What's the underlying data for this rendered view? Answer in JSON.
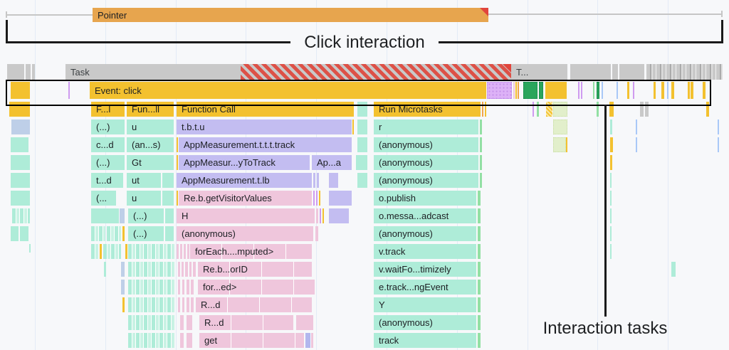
{
  "palette": {
    "bg": "#f7f8fa",
    "grid": "#e3ebf6",
    "ink": "#1c1f23",
    "orange": "#e7a54e",
    "red": "#e1453c",
    "gray": "#c9c9c9",
    "yellow": "#f3c12f",
    "orangesliver": "#f0a44c",
    "teal": "#aeecd8",
    "teallight": "#c9f2e4",
    "purple": "#c3bdf1",
    "pink": "#efc6dc",
    "periwinkle": "#becfe8",
    "purpleblue": "#b2b7ee",
    "green": "#2aa55c",
    "greendark": "#0d8043",
    "greenlight": "#e2efcb",
    "greensliver": "#93e0a4",
    "lavender": "#ddb2f7",
    "lavdot": "#c490ea",
    "purplesliver": "#cf9bf0",
    "bluesliver": "#a9c8f7"
  },
  "annotations": {
    "click_interaction": "Click interaction",
    "interaction_tasks": "Interaction tasks"
  },
  "gridlines": [
    49,
    148,
    247,
    345,
    444,
    543,
    642,
    741,
    839,
    938
  ],
  "bars": [
    [
      130,
      11,
      556,
      20,
      "or",
      "Pointer"
    ],
    [
      10,
      90,
      24,
      22,
      "gy"
    ],
    [
      36,
      90,
      7,
      22,
      "gy"
    ],
    [
      45,
      90,
      4,
      22,
      "gy"
    ],
    [
      92,
      90,
      626,
      22,
      "gy",
      "Task"
    ],
    [
      718,
      90,
      79,
      22,
      "gy",
      "T..."
    ],
    [
      801,
      90,
      57,
      22,
      "gy"
    ],
    [
      860,
      90,
      8,
      22,
      "gy"
    ],
    [
      870,
      90,
      35,
      22,
      "gy"
    ],
    [
      908,
      90,
      107,
      22,
      "gys"
    ],
    [
      15,
      115,
      27,
      24,
      "y"
    ],
    [
      96,
      115,
      2,
      24,
      "pu"
    ],
    [
      126,
      115,
      557,
      24,
      "y",
      "Event: click"
    ],
    [
      684,
      115,
      35,
      24,
      "lav"
    ],
    [
      721,
      115,
      2,
      24,
      "pk"
    ],
    [
      724,
      115,
      2,
      24,
      "y"
    ],
    [
      727,
      115,
      2,
      24,
      "o"
    ],
    [
      735,
      115,
      20,
      24,
      "g"
    ],
    [
      757,
      115,
      6,
      24,
      "g"
    ],
    [
      766,
      115,
      30,
      24,
      "y"
    ],
    [
      812,
      115,
      2,
      24,
      "pu"
    ],
    [
      816,
      115,
      2,
      24,
      "pu"
    ],
    [
      833,
      115,
      2,
      24,
      "gs"
    ],
    [
      838,
      115,
      4,
      24,
      "g"
    ],
    [
      845,
      115,
      2,
      24,
      "bl"
    ],
    [
      866,
      115,
      2,
      24,
      "bl"
    ],
    [
      881,
      115,
      3,
      24,
      "y"
    ],
    [
      889,
      115,
      2,
      24,
      "pu"
    ],
    [
      918,
      115,
      3,
      24,
      "y"
    ],
    [
      929,
      115,
      4,
      24,
      "y"
    ],
    [
      937,
      115,
      2,
      24,
      "bl"
    ],
    [
      943,
      115,
      4,
      24,
      "y"
    ],
    [
      966,
      115,
      3,
      24,
      "y"
    ],
    [
      970,
      115,
      4,
      24,
      "y"
    ],
    [
      987,
      115,
      4,
      24,
      "y"
    ],
    [
      13,
      143,
      29,
      21,
      "y"
    ],
    [
      128,
      143,
      47,
      21,
      "y",
      "F...l"
    ],
    [
      178,
      143,
      66,
      21,
      "y",
      "Fun...ll"
    ],
    [
      248,
      143,
      249,
      21,
      "y",
      "Function Call"
    ],
    [
      502,
      143,
      14,
      21,
      "t"
    ],
    [
      525,
      143,
      150,
      21,
      "y",
      "Run Microtasks"
    ],
    [
      677,
      143,
      2,
      21,
      "o"
    ],
    [
      681,
      143,
      2,
      21,
      "y"
    ],
    [
      748,
      143,
      2,
      21,
      "pu"
    ],
    [
      754,
      143,
      3,
      21,
      "gs"
    ],
    [
      767,
      143,
      9,
      21,
      "yh"
    ],
    [
      777,
      143,
      20,
      21,
      "gl"
    ],
    [
      838,
      143,
      3,
      21,
      "gs"
    ],
    [
      856,
      143,
      6,
      21,
      "y"
    ],
    [
      899,
      143,
      5,
      21,
      "gy"
    ],
    [
      906,
      143,
      5,
      21,
      "gy"
    ],
    [
      992,
      143,
      4,
      21,
      "y"
    ],
    [
      16,
      168,
      26,
      21,
      "pw"
    ],
    [
      128,
      168,
      47,
      21,
      "t",
      "(...)"
    ],
    [
      178,
      168,
      66,
      21,
      "t",
      "u"
    ],
    [
      248,
      168,
      246,
      21,
      "p",
      "t.b.t.u"
    ],
    [
      495,
      168,
      2,
      21,
      "y"
    ],
    [
      502,
      168,
      14,
      21,
      "t"
    ],
    [
      525,
      168,
      147,
      21,
      "t",
      "r"
    ],
    [
      674,
      168,
      3,
      21,
      "gs"
    ],
    [
      777,
      168,
      20,
      21,
      "gl"
    ],
    [
      857,
      168,
      3,
      21,
      "t"
    ],
    [
      893,
      168,
      2,
      21,
      "bl"
    ],
    [
      1008,
      168,
      2,
      21,
      "bl"
    ],
    [
      15,
      193,
      25,
      21,
      "t"
    ],
    [
      128,
      193,
      47,
      21,
      "t",
      "c...d"
    ],
    [
      178,
      193,
      66,
      21,
      "t",
      "(an...s)"
    ],
    [
      248,
      193,
      2,
      21,
      "y"
    ],
    [
      251,
      193,
      243,
      21,
      "p",
      "AppMeasurement.t.t.t.track"
    ],
    [
      502,
      193,
      14,
      21,
      "t"
    ],
    [
      525,
      193,
      147,
      21,
      "t",
      "(anonymous)"
    ],
    [
      674,
      193,
      3,
      21,
      "gs"
    ],
    [
      777,
      193,
      18,
      21,
      "gl"
    ],
    [
      795,
      193,
      2,
      21,
      "y"
    ],
    [
      857,
      193,
      4,
      21,
      "y"
    ],
    [
      893,
      193,
      2,
      21,
      "bl"
    ],
    [
      1008,
      193,
      2,
      21,
      "bl"
    ],
    [
      15,
      218,
      27,
      21,
      "t"
    ],
    [
      128,
      218,
      47,
      21,
      "t",
      "(...)"
    ],
    [
      178,
      218,
      66,
      21,
      "t",
      "Gt"
    ],
    [
      248,
      218,
      2,
      21,
      "y"
    ],
    [
      251,
      218,
      184,
      21,
      "p",
      "AppMeasur...yToTrack"
    ],
    [
      438,
      218,
      56,
      21,
      "p",
      "Ap...a"
    ],
    [
      500,
      218,
      16,
      21,
      "t"
    ],
    [
      525,
      218,
      147,
      21,
      "t",
      "(anonymous)"
    ],
    [
      674,
      218,
      3,
      21,
      "gs"
    ],
    [
      857,
      218,
      3,
      21,
      "y"
    ],
    [
      15,
      243,
      27,
      21,
      "t"
    ],
    [
      128,
      243,
      45,
      21,
      "t",
      "t...d"
    ],
    [
      178,
      243,
      48,
      21,
      "t",
      "ut"
    ],
    [
      228,
      243,
      16,
      21,
      "t"
    ],
    [
      248,
      243,
      190,
      21,
      "p",
      "AppMeasurement.t.lb"
    ],
    [
      440,
      243,
      3,
      21,
      "p"
    ],
    [
      445,
      243,
      3,
      21,
      "p"
    ],
    [
      462,
      243,
      13,
      21,
      "p"
    ],
    [
      502,
      243,
      14,
      21,
      "t"
    ],
    [
      525,
      243,
      147,
      21,
      "t",
      "(anonymous)"
    ],
    [
      674,
      243,
      3,
      21,
      "gs"
    ],
    [
      857,
      243,
      2,
      21,
      "t"
    ],
    [
      15,
      268,
      27,
      21,
      "t"
    ],
    [
      128,
      268,
      35,
      21,
      "t",
      "(..."
    ],
    [
      178,
      268,
      48,
      21,
      "t",
      "u"
    ],
    [
      228,
      268,
      16,
      21,
      "t"
    ],
    [
      248,
      268,
      2,
      21,
      "y"
    ],
    [
      251,
      268,
      187,
      21,
      "pk",
      "Re.b.getVisitorValues"
    ],
    [
      440,
      268,
      2,
      21,
      "pu"
    ],
    [
      444,
      268,
      2,
      21,
      "pu"
    ],
    [
      448,
      268,
      2,
      21,
      "y"
    ],
    [
      462,
      268,
      32,
      21,
      "p"
    ],
    [
      525,
      268,
      144,
      21,
      "t",
      "o.publish"
    ],
    [
      671,
      268,
      4,
      21,
      "gs"
    ],
    [
      857,
      268,
      2,
      21,
      "t"
    ],
    [
      17,
      293,
      25,
      21,
      "ts"
    ],
    [
      128,
      293,
      39,
      21,
      "t"
    ],
    [
      168,
      293,
      7,
      21,
      "pw"
    ],
    [
      180,
      293,
      50,
      21,
      "t",
      "(...)"
    ],
    [
      232,
      293,
      12,
      21,
      "t"
    ],
    [
      248,
      293,
      194,
      21,
      "pk",
      "H"
    ],
    [
      444,
      293,
      3,
      21,
      "pk"
    ],
    [
      449,
      293,
      2,
      21,
      "pu"
    ],
    [
      453,
      293,
      2,
      21,
      "y"
    ],
    [
      462,
      293,
      28,
      21,
      "p"
    ],
    [
      525,
      293,
      144,
      21,
      "t",
      "o.messa...adcast"
    ],
    [
      671,
      293,
      4,
      21,
      "gs"
    ],
    [
      857,
      293,
      2,
      21,
      "t"
    ],
    [
      15,
      318,
      11,
      21,
      "t"
    ],
    [
      28,
      318,
      12,
      21,
      "t"
    ],
    [
      128,
      318,
      20,
      21,
      "ts"
    ],
    [
      150,
      318,
      20,
      21,
      "ts"
    ],
    [
      172,
      318,
      3,
      21,
      "y"
    ],
    [
      180,
      318,
      50,
      21,
      "t",
      "(...)"
    ],
    [
      232,
      318,
      12,
      21,
      "t"
    ],
    [
      248,
      318,
      192,
      21,
      "pk",
      "(anonymous)"
    ],
    [
      443,
      318,
      4,
      21,
      "pk"
    ],
    [
      525,
      318,
      144,
      21,
      "t",
      "(anonymous)"
    ],
    [
      671,
      318,
      4,
      21,
      "gs"
    ],
    [
      857,
      318,
      2,
      21,
      "t"
    ],
    [
      41,
      343,
      2,
      12,
      "t"
    ],
    [
      128,
      343,
      10,
      21,
      "ts"
    ],
    [
      140,
      343,
      3,
      21,
      "y"
    ],
    [
      145,
      343,
      25,
      21,
      "ts"
    ],
    [
      176,
      343,
      3,
      21,
      "y"
    ],
    [
      180,
      343,
      65,
      21,
      "ts"
    ],
    [
      248,
      343,
      3,
      21,
      "pk"
    ],
    [
      253,
      343,
      3,
      21,
      "pk"
    ],
    [
      258,
      343,
      3,
      21,
      "pk"
    ],
    [
      263,
      343,
      3,
      21,
      "pk"
    ],
    [
      267,
      343,
      171,
      21,
      "pks",
      "forEach....mputed>"
    ],
    [
      525,
      343,
      144,
      21,
      "t",
      "v.track"
    ],
    [
      671,
      343,
      4,
      21,
      "gs"
    ],
    [
      857,
      343,
      2,
      21,
      "t"
    ],
    [
      146,
      368,
      3,
      21,
      "t"
    ],
    [
      170,
      368,
      5,
      21,
      "pw"
    ],
    [
      180,
      368,
      65,
      21,
      "ts"
    ],
    [
      250,
      368,
      3,
      21,
      "pk"
    ],
    [
      255,
      368,
      3,
      21,
      "pk"
    ],
    [
      260,
      368,
      4,
      21,
      "pk"
    ],
    [
      266,
      368,
      3,
      21,
      "pk"
    ],
    [
      271,
      368,
      4,
      21,
      "pk"
    ],
    [
      278,
      368,
      160,
      21,
      "pks",
      "Re.b...orID"
    ],
    [
      525,
      368,
      144,
      21,
      "t",
      "v.waitFo...timizely"
    ],
    [
      671,
      368,
      4,
      21,
      "gs"
    ],
    [
      943,
      368,
      6,
      21,
      "t"
    ],
    [
      170,
      393,
      5,
      21,
      "pw"
    ],
    [
      180,
      393,
      65,
      21,
      "ts"
    ],
    [
      250,
      393,
      3,
      21,
      "pk"
    ],
    [
      256,
      393,
      3,
      21,
      "pk"
    ],
    [
      262,
      393,
      4,
      21,
      "pk"
    ],
    [
      268,
      393,
      4,
      21,
      "pk"
    ],
    [
      278,
      393,
      164,
      21,
      "pks",
      "for...ed>"
    ],
    [
      525,
      393,
      144,
      21,
      "t",
      "e.track...ngEvent"
    ],
    [
      671,
      393,
      4,
      21,
      "gs"
    ],
    [
      172,
      418,
      3,
      21,
      "y"
    ],
    [
      180,
      418,
      65,
      21,
      "ts"
    ],
    [
      250,
      418,
      3,
      21,
      "pk"
    ],
    [
      256,
      418,
      3,
      21,
      "pk"
    ],
    [
      262,
      418,
      4,
      21,
      "pk"
    ],
    [
      268,
      418,
      4,
      21,
      "pk"
    ],
    [
      275,
      418,
      163,
      21,
      "pks",
      "R...d"
    ],
    [
      525,
      418,
      144,
      21,
      "t",
      "Y"
    ],
    [
      671,
      418,
      4,
      21,
      "gs"
    ],
    [
      180,
      443,
      65,
      21,
      "ts"
    ],
    [
      253,
      443,
      5,
      21,
      "pk"
    ],
    [
      262,
      443,
      8,
      21,
      "pk"
    ],
    [
      280,
      443,
      132,
      21,
      "pks",
      "R...d"
    ],
    [
      416,
      443,
      24,
      21,
      "pk"
    ],
    [
      525,
      443,
      144,
      21,
      "t",
      "(anonymous)"
    ],
    [
      671,
      443,
      4,
      21,
      "gs"
    ],
    [
      180,
      468,
      65,
      21,
      "ts"
    ],
    [
      253,
      468,
      5,
      21,
      "pk"
    ],
    [
      262,
      468,
      8,
      21,
      "pk"
    ],
    [
      280,
      468,
      147,
      21,
      "pks",
      "get"
    ],
    [
      429,
      468,
      7,
      21,
      "pb"
    ],
    [
      437,
      468,
      3,
      21,
      "pk"
    ],
    [
      525,
      468,
      144,
      21,
      "t",
      "track"
    ],
    [
      671,
      468,
      4,
      21,
      "gs"
    ]
  ]
}
